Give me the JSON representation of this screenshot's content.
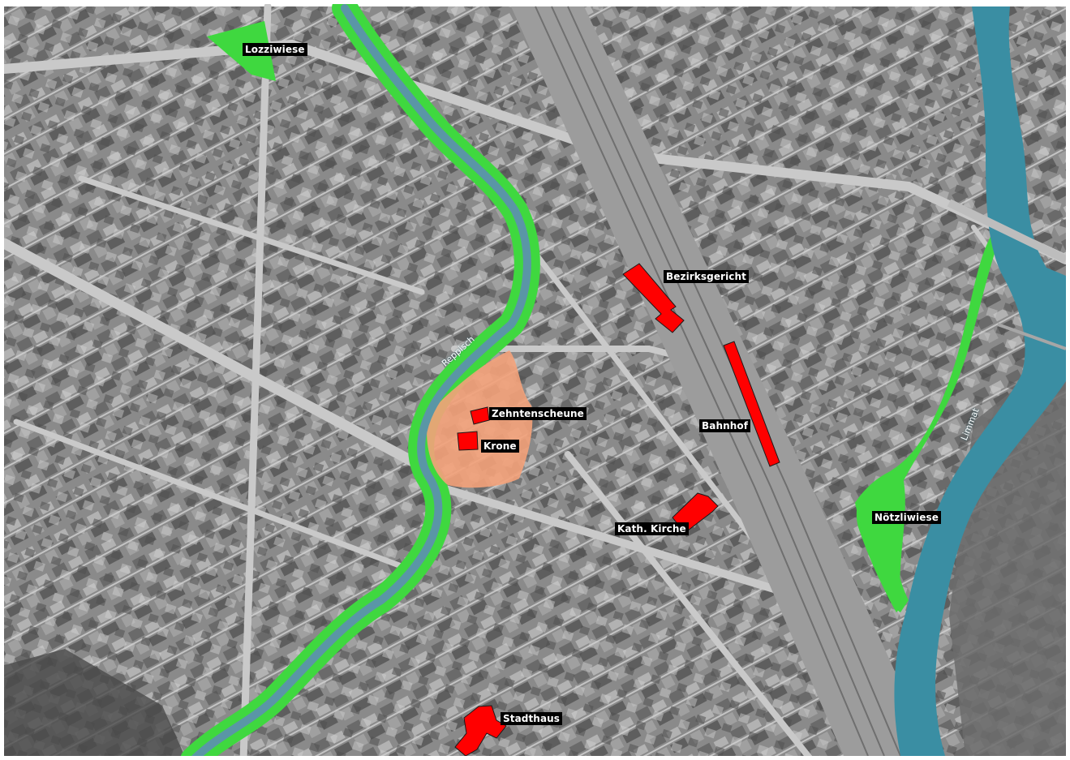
{
  "colors": {
    "building_marker": "#ff0000",
    "green_space": "#3fd83f",
    "water": "#3a8ea3",
    "old_town": "#f4a27a",
    "label_bg": "#000000",
    "label_text": "#ffffff"
  },
  "places": {
    "lozziwiese": "Lozziwiese",
    "bezirksgericht": "Bezirksgericht",
    "zehntenscheune": "Zehntenscheune",
    "krone": "Krone",
    "bahnhof": "Bahnhof",
    "kath_kirche": "Kath. Kirche",
    "noetzliwiese": "Nötzliwiese",
    "stadthaus": "Stadthaus"
  },
  "waterways": {
    "reppisch": "Reppisch",
    "limmat": "Limmat"
  }
}
